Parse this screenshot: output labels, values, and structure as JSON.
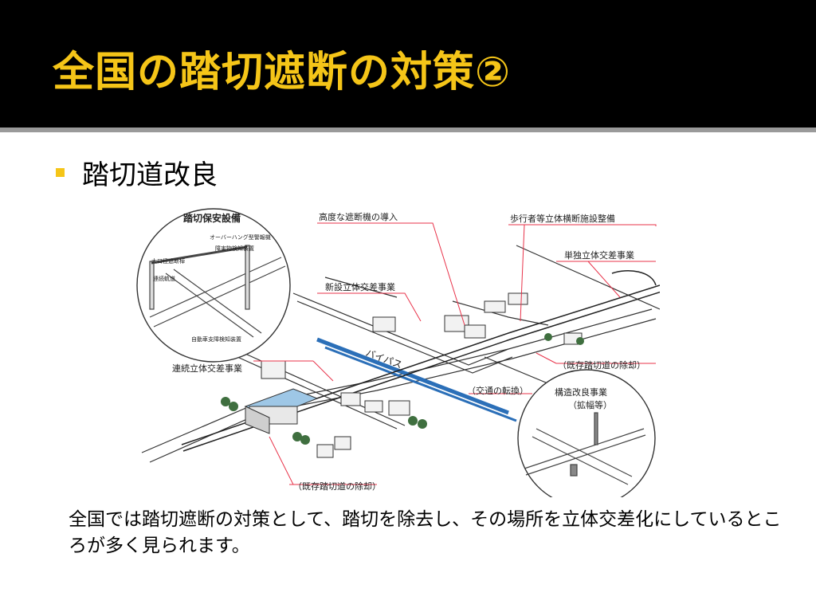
{
  "slide": {
    "title": "全国の踏切遮断の対策②",
    "bullet": "踏切道改良",
    "caption": "全国では踏切遮断の対策として、踏切を除去し、その場所を立体交差化にしているところが多く見られます。"
  },
  "figure": {
    "labels": {
      "safety_equipment": "踏切保安設備",
      "overhang_sign": "オーバーハング型警報機",
      "obstacle_detector": "障害物検知装置",
      "crossing_gate": "大口径遮断棹",
      "continuous_track": "連続軌道",
      "support_detector": "自動車支障検知装置",
      "advanced_barrier": "高度な遮断機の導入",
      "pedestrian_overpass": "歩行者等立体横断施設整備",
      "single_grade_separation": "単独立体交差事業",
      "new_grade_separation": "新設立体交差事業",
      "bypass": "バイパス",
      "continuous_grade_separation": "連続立体交差事業",
      "removal_existing_right": "（既存踏切道の除却）",
      "traffic_conversion": "（交通の転換）",
      "structural_improvement": "構造改良事業",
      "widening": "（拡幅等）",
      "removal_existing_bottom": "（既存踏切道の除却）"
    }
  },
  "colors": {
    "header_bg": "#000000",
    "title": "#f5c518",
    "bullet": "#f5c518",
    "rule": "#9a9a9a",
    "leader": "#e8334a",
    "river": "#2b6fb8"
  }
}
